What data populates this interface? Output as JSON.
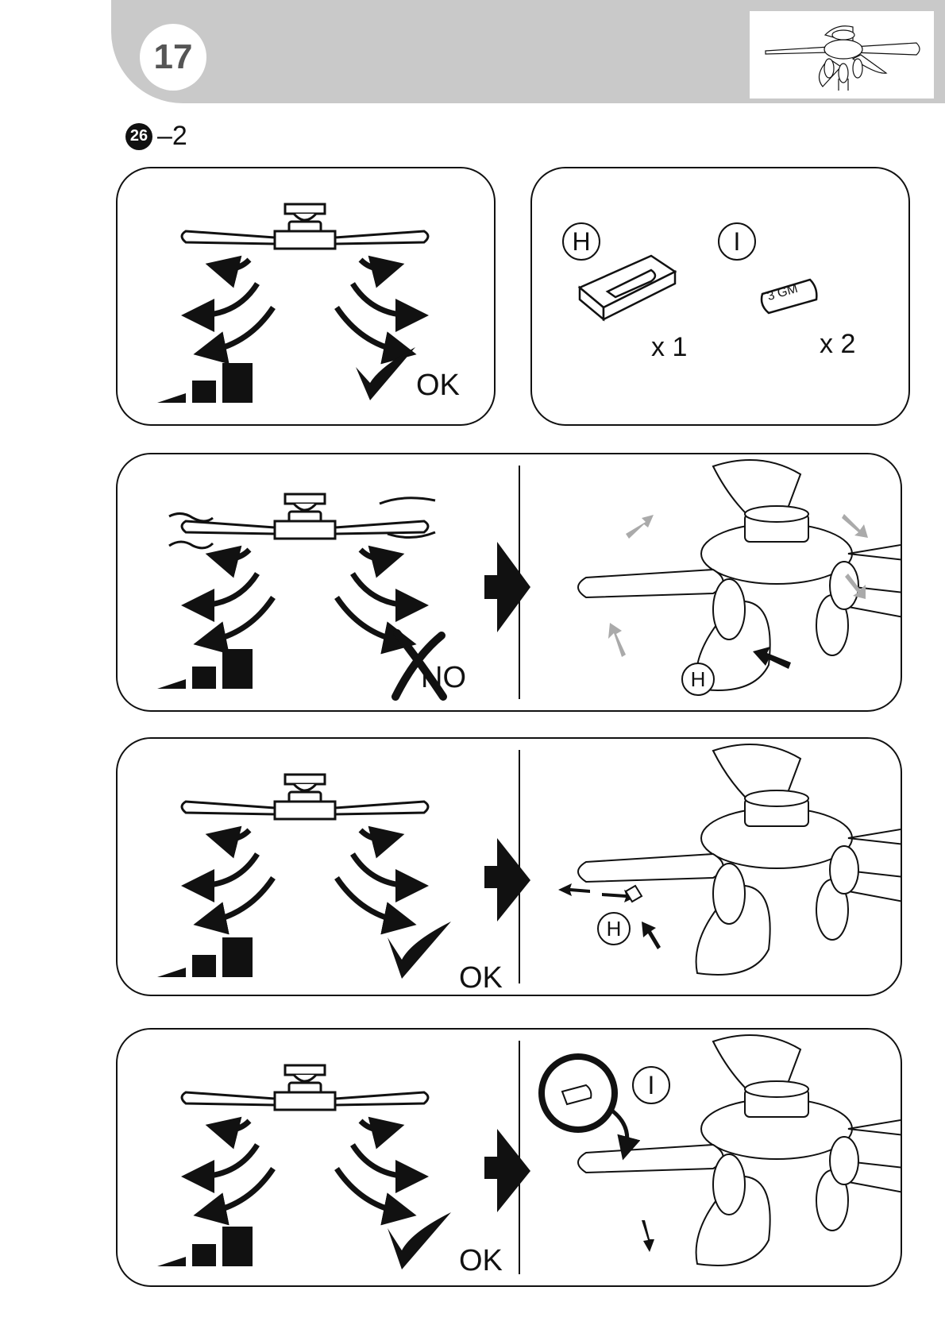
{
  "header": {
    "page_number": "17"
  },
  "step": {
    "number": "26",
    "suffix": "–2"
  },
  "panels": {
    "p1": {
      "result": "OK"
    },
    "p2": {
      "part_h": "H",
      "part_i": "I",
      "weight_text": "3 GM",
      "qty_h": "x  1",
      "qty_i": "x  2"
    },
    "p3": {
      "result": "NO",
      "callout": "H"
    },
    "p4": {
      "result": "OK",
      "callout": "H"
    },
    "p5": {
      "result": "OK",
      "callout": "I"
    }
  },
  "icons": [
    "fan-icon",
    "airflow-arrows-icon",
    "speed-bars-icon",
    "checkmark-icon",
    "cross-icon",
    "balancing-clip-icon",
    "balancing-weight-icon",
    "right-arrow-icon",
    "fan-blade-detail-icon"
  ]
}
